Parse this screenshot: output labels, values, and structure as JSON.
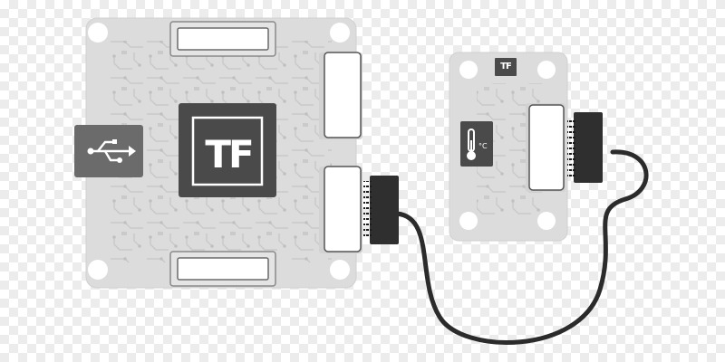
{
  "main_board": {
    "logo_text": "TF",
    "usb_icon": "usb-icon"
  },
  "sensor_board": {
    "logo_text": "TF",
    "sensor_icon": "thermometer-icon",
    "unit_label": "°C"
  },
  "cable": {
    "icon": "ribbon-cable"
  },
  "colors": {
    "board": "#dcdcdc",
    "board_dark": "#cfcfcf",
    "trace": "#bdbdbd",
    "chip": "#4a4a4a",
    "connector_dark": "#2f2f2f",
    "cable": "#2b2b2b"
  }
}
